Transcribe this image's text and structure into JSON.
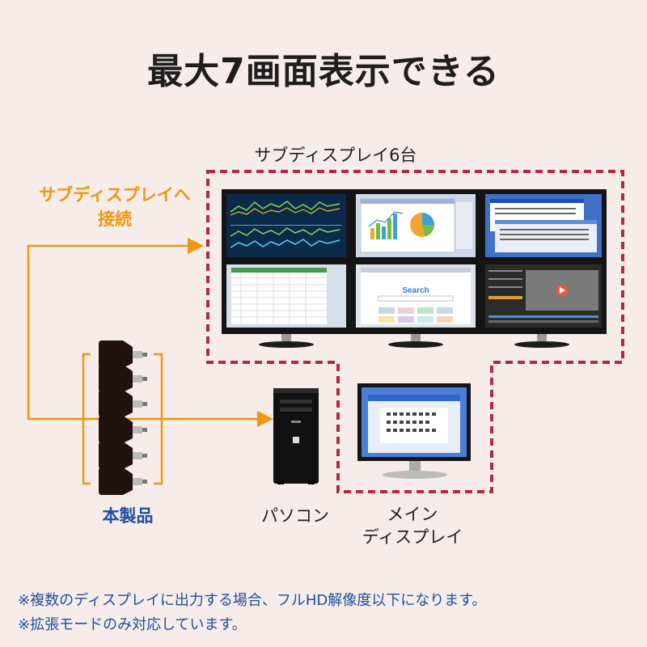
{
  "title": "最大7画面表示できる",
  "sub_display_caption": "サブディスプレイ6台",
  "connection_label_line1": "サブディスプレイへ",
  "connection_label_line2": "接続",
  "product_label": "本製品",
  "pc_label": "パソコン",
  "main_display_label_line1": "メイン",
  "main_display_label_line2": "ディスプレイ",
  "notes": [
    "※複数のディスプレイに出力する場合、フルHD解像度以下になります。",
    "※拡張モードのみ対応しています。"
  ],
  "screen_texts": {
    "search_word": "Search"
  },
  "colors": {
    "background": "#f6ecea",
    "accent_orange": "#f0960f",
    "dashed_border": "#b8283c",
    "label_blue": "#1f4fa0"
  },
  "icons": [
    "adapter-icon",
    "pc-tower-icon",
    "monitor-icon",
    "arrow-right-icon"
  ]
}
